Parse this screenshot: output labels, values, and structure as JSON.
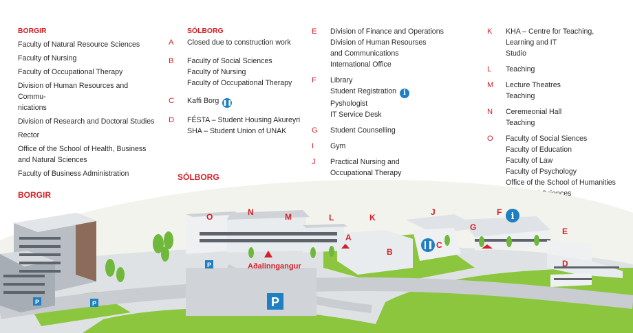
{
  "legend": {
    "borgir": {
      "title": "BORGIR",
      "items": [
        "Faculty of Natural Resource Sciences",
        "Faculty of Nursing",
        "Faculty of Occupational Therapy",
        "Division of Human Resources and Commu-",
        "nications",
        "Division of Research and Doctoral Studies",
        "Rector",
        "Office of the School of Health, Business",
        "and Natural Sciences",
        "Faculty of Business Administration"
      ]
    },
    "solborg": {
      "title": "SÓLBORG",
      "entries": [
        {
          "letter": "A",
          "lines": [
            "Closed due to construction work"
          ]
        },
        {
          "letter": "B",
          "lines": [
            "Faculty of Social Sciences",
            "Faculty of Nursing",
            "Faculty of Occupational Therapy"
          ]
        },
        {
          "letter": "C",
          "lines": [
            "Kaffi Borg"
          ]
        },
        {
          "letter": "D",
          "lines": [
            "FÉSTA – Student Housing Akureyri",
            "SHA – Student Union of UNAK"
          ]
        }
      ]
    },
    "col3": [
      {
        "letter": "E",
        "lines": [
          "Division of Finance and Operations",
          "Division of Human Resourses",
          "and Communications",
          "International Office"
        ]
      },
      {
        "letter": "F",
        "lines": [
          "Library",
          "Student Registration",
          "Pyshologist",
          "IT Service Desk"
        ]
      },
      {
        "letter": "G",
        "lines": [
          "Student Counselling"
        ]
      },
      {
        "letter": "I",
        "lines": [
          "Gym"
        ]
      },
      {
        "letter": "J",
        "lines": [
          "Practical Nursing and",
          "Occupational Therapy"
        ]
      }
    ],
    "col4": [
      {
        "letter": "K",
        "lines": [
          "KHA – Centre for Teaching,",
          "Learning and IT",
          "Studio"
        ]
      },
      {
        "letter": "L",
        "lines": [
          "Teaching"
        ]
      },
      {
        "letter": "M",
        "lines": [
          "Lecture Theatres",
          "Teaching"
        ]
      },
      {
        "letter": "N",
        "lines": [
          "Ceremeonial Hall",
          "Teaching"
        ]
      },
      {
        "letter": "O",
        "lines": [
          "Faculty of Social Siences",
          "Faculty of Education",
          "Faculty of Law",
          "Faculty of Psychology",
          "Office of the School of Humanities",
          "and Social Sciences"
        ]
      }
    ]
  },
  "map": {
    "label_solborg": "SÓLBORG",
    "label_borgir": "BORGIR",
    "main_entrance": "Aðalinngangur",
    "parking": "P",
    "info": "i",
    "buildings": {
      "O": "O",
      "N": "N",
      "M": "M",
      "L": "L",
      "K": "K",
      "J": "J",
      "G": "G",
      "F": "F",
      "E": "E",
      "D": "D",
      "A": "A",
      "B": "B",
      "C": "C"
    }
  },
  "colors": {
    "accent_red": "#d42027",
    "info_blue": "#1f7fc1",
    "grass": "#8cc63f",
    "road": "#c9ccd0"
  }
}
